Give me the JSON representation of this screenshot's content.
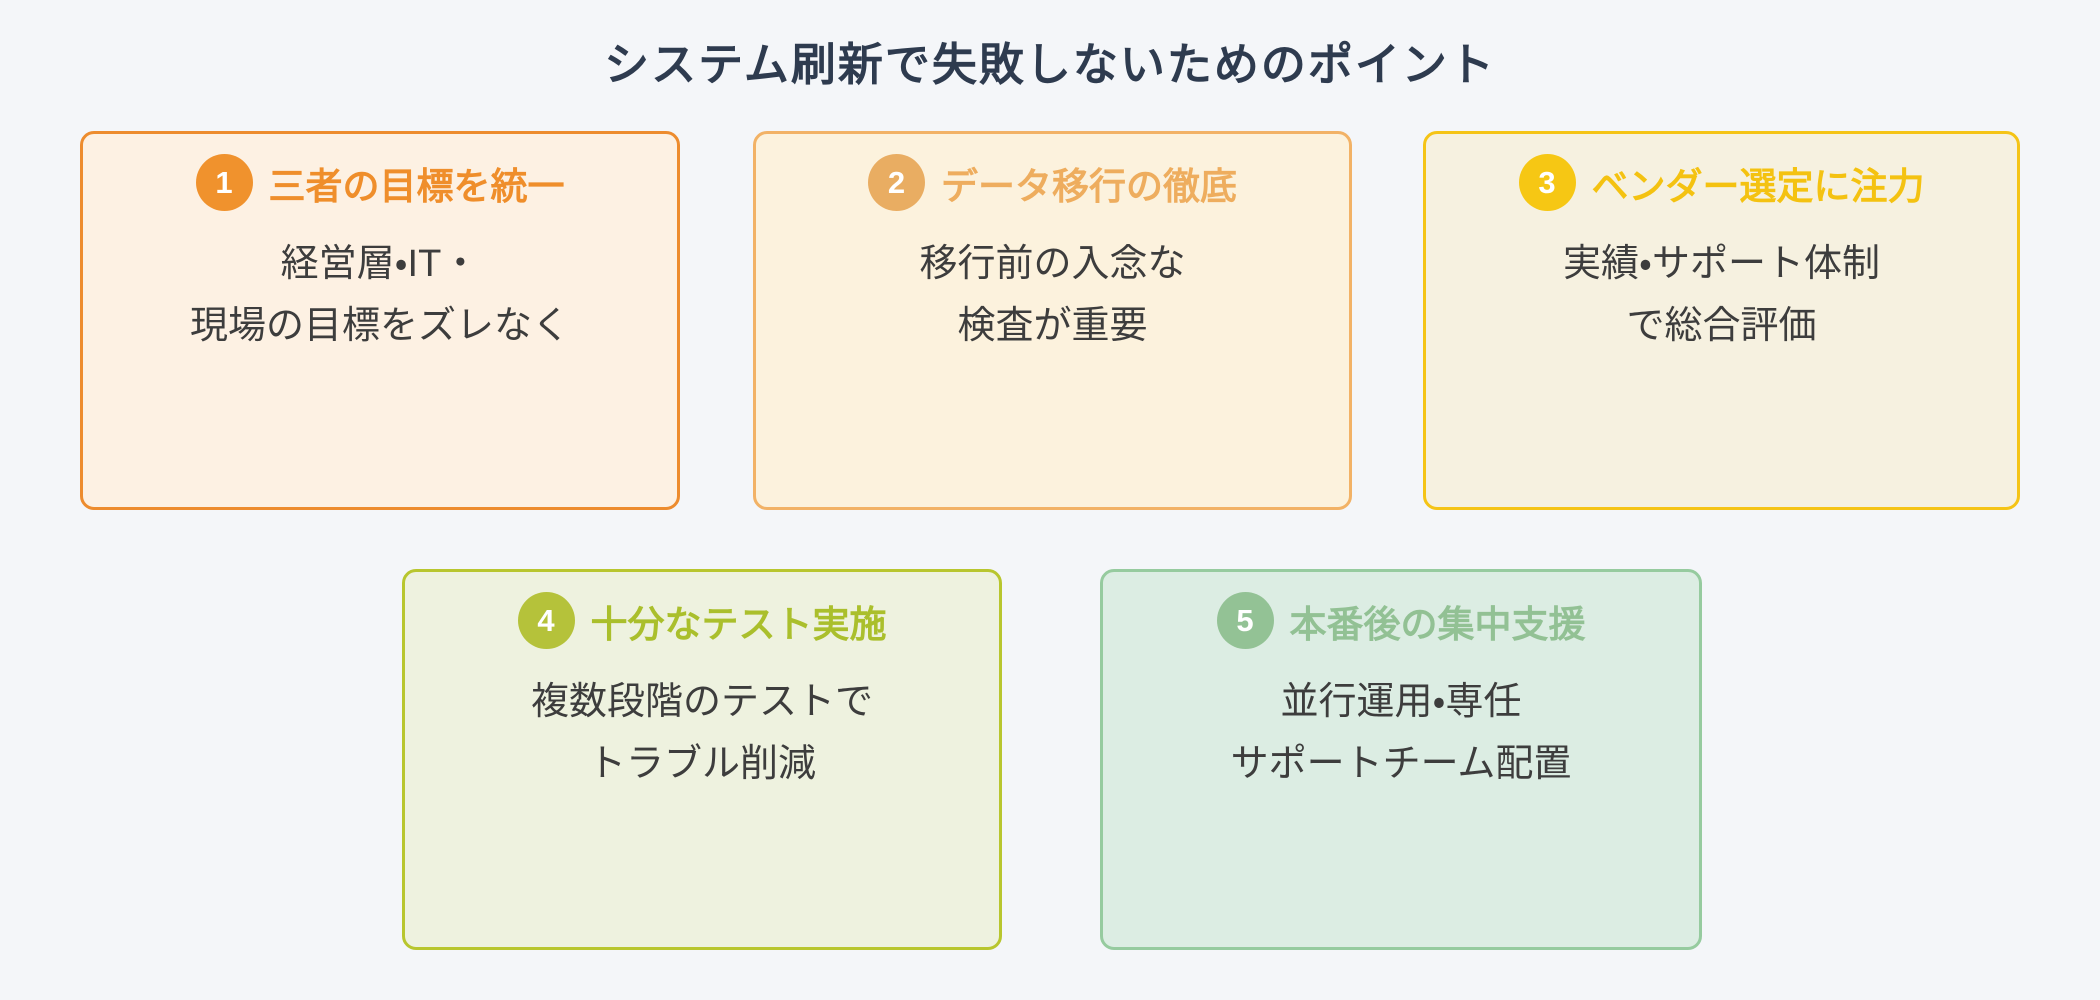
{
  "page": {
    "title": "システム刷新で失敗しないためのポイント",
    "title_color": "#2e3b4f",
    "background": "#f4f6f9",
    "body_text_color": "#3d3d3d"
  },
  "cards": [
    {
      "number": "1",
      "title": "三者の目標を統一",
      "body_line1": "経営層・IT・",
      "body_line2": "現場の目標をズレなく",
      "border_color": "#ed8c2e",
      "badge_color": "#f0922d",
      "title_color": "#ef8e2b",
      "background": "#fdf1e3"
    },
    {
      "number": "2",
      "title": "データ移行の徹底",
      "body_line1": "移行前の入念な",
      "body_line2": "検査が重要",
      "border_color": "#f2b266",
      "badge_color": "#e9ad62",
      "title_color": "#eead5e",
      "background": "#fcf2dd"
    },
    {
      "number": "3",
      "title": "ベンダー選定に注力",
      "body_line1": "実績・サポート体制",
      "body_line2": "で総合評価",
      "border_color": "#f5c416",
      "badge_color": "#f6c714",
      "title_color": "#f4c211",
      "background": "#f6f1e0"
    },
    {
      "number": "4",
      "title": "十分なテスト実施",
      "body_line1": "複数段階のテストで",
      "body_line2": "トラブル削減",
      "border_color": "#b8c62e",
      "badge_color": "#b5c23a",
      "title_color": "#aabf2c",
      "background": "#eef2df"
    },
    {
      "number": "5",
      "title": "本番後の集中支援",
      "body_line1": "並行運用・専任",
      "body_line2": "サポートチーム配置",
      "border_color": "#96cb9f",
      "badge_color": "#93c295",
      "title_color": "#92c194",
      "background": "#dcede3"
    }
  ]
}
